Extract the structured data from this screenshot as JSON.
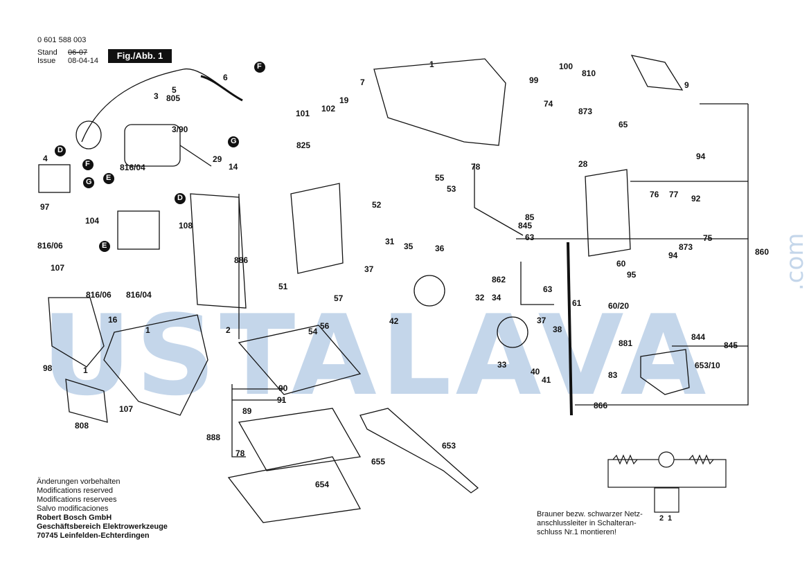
{
  "header": {
    "part_number": "0 601 588 003",
    "stand_label": "Stand",
    "issue_label": "Issue",
    "stand_old": "06-07",
    "issue_date": "08-04-14",
    "figure_label": "Fig./Abb. 1"
  },
  "watermark": {
    "text": "USTALAVA",
    "domain": ".com"
  },
  "callouts": {
    "c1a": "1",
    "c1b": "1",
    "c1c": "1",
    "c2": "2",
    "c3": "3",
    "c390": "3/90",
    "c4": "4",
    "c5": "5",
    "c805": "805",
    "c6": "6",
    "c7": "7",
    "c9": "9",
    "c14": "14",
    "c16": "16",
    "c19": "19",
    "c28": "28",
    "c29": "29",
    "c31": "31",
    "c32": "32",
    "c33": "33",
    "c34": "34",
    "c35": "35",
    "c36": "36",
    "c37a": "37",
    "c37b": "37",
    "c38": "38",
    "c40": "40",
    "c41": "41",
    "c42": "42",
    "c51": "51",
    "c52": "52",
    "c53": "53",
    "c54": "54",
    "c55": "55",
    "c56": "56",
    "c57": "57",
    "c6020": "60/20",
    "c60": "60",
    "c61": "61",
    "c63a": "63",
    "c63b": "63",
    "c65": "65",
    "c74": "74",
    "c75": "75",
    "c76": "76",
    "c77": "77",
    "c78a": "78",
    "c78b": "78",
    "c83": "83",
    "c85": "85",
    "c89": "89",
    "c90": "90",
    "c91": "91",
    "c92": "92",
    "c94a": "94",
    "c94b": "94",
    "c95": "95",
    "c97": "97",
    "c98": "98",
    "c99": "99",
    "c100": "100",
    "c101": "101",
    "c102": "102",
    "c104": "104",
    "c107a": "107",
    "c107b": "107",
    "c108": "108",
    "c653": "653",
    "c65310": "653/10",
    "c654": "654",
    "c655": "655",
    "c808": "808",
    "c810": "810",
    "c81604a": "816/04",
    "c81604b": "816/04",
    "c81606a": "816/06",
    "c81606b": "816/06",
    "c825": "825",
    "c844": "844",
    "c845a": "845",
    "c845b": "845",
    "c860": "860",
    "c862": "862",
    "c866": "866",
    "c873a": "873",
    "c873b": "873",
    "c881": "881",
    "c886": "886",
    "c888": "888"
  },
  "connectors": {
    "d1": "D",
    "d2": "D",
    "e1": "E",
    "e2": "E",
    "f1": "F",
    "f2": "F",
    "g1": "G",
    "g2": "G"
  },
  "notes": [
    "Änderungen vorbehalten",
    "Modifications reserved",
    "Modifications reservees",
    "Salvo modificaciones",
    "Robert Bosch GmbH",
    "Geschäftsbereich Elektrowerkzeuge",
    "70745 Leinfelden-Echterdingen"
  ],
  "wiring": {
    "note": [
      "Brauner bezw. schwarzer Netz-",
      "anschlussleiter in Schalteran-",
      "schluss Nr.1 montieren!"
    ],
    "terminal_1": "1",
    "terminal_2": "2"
  }
}
